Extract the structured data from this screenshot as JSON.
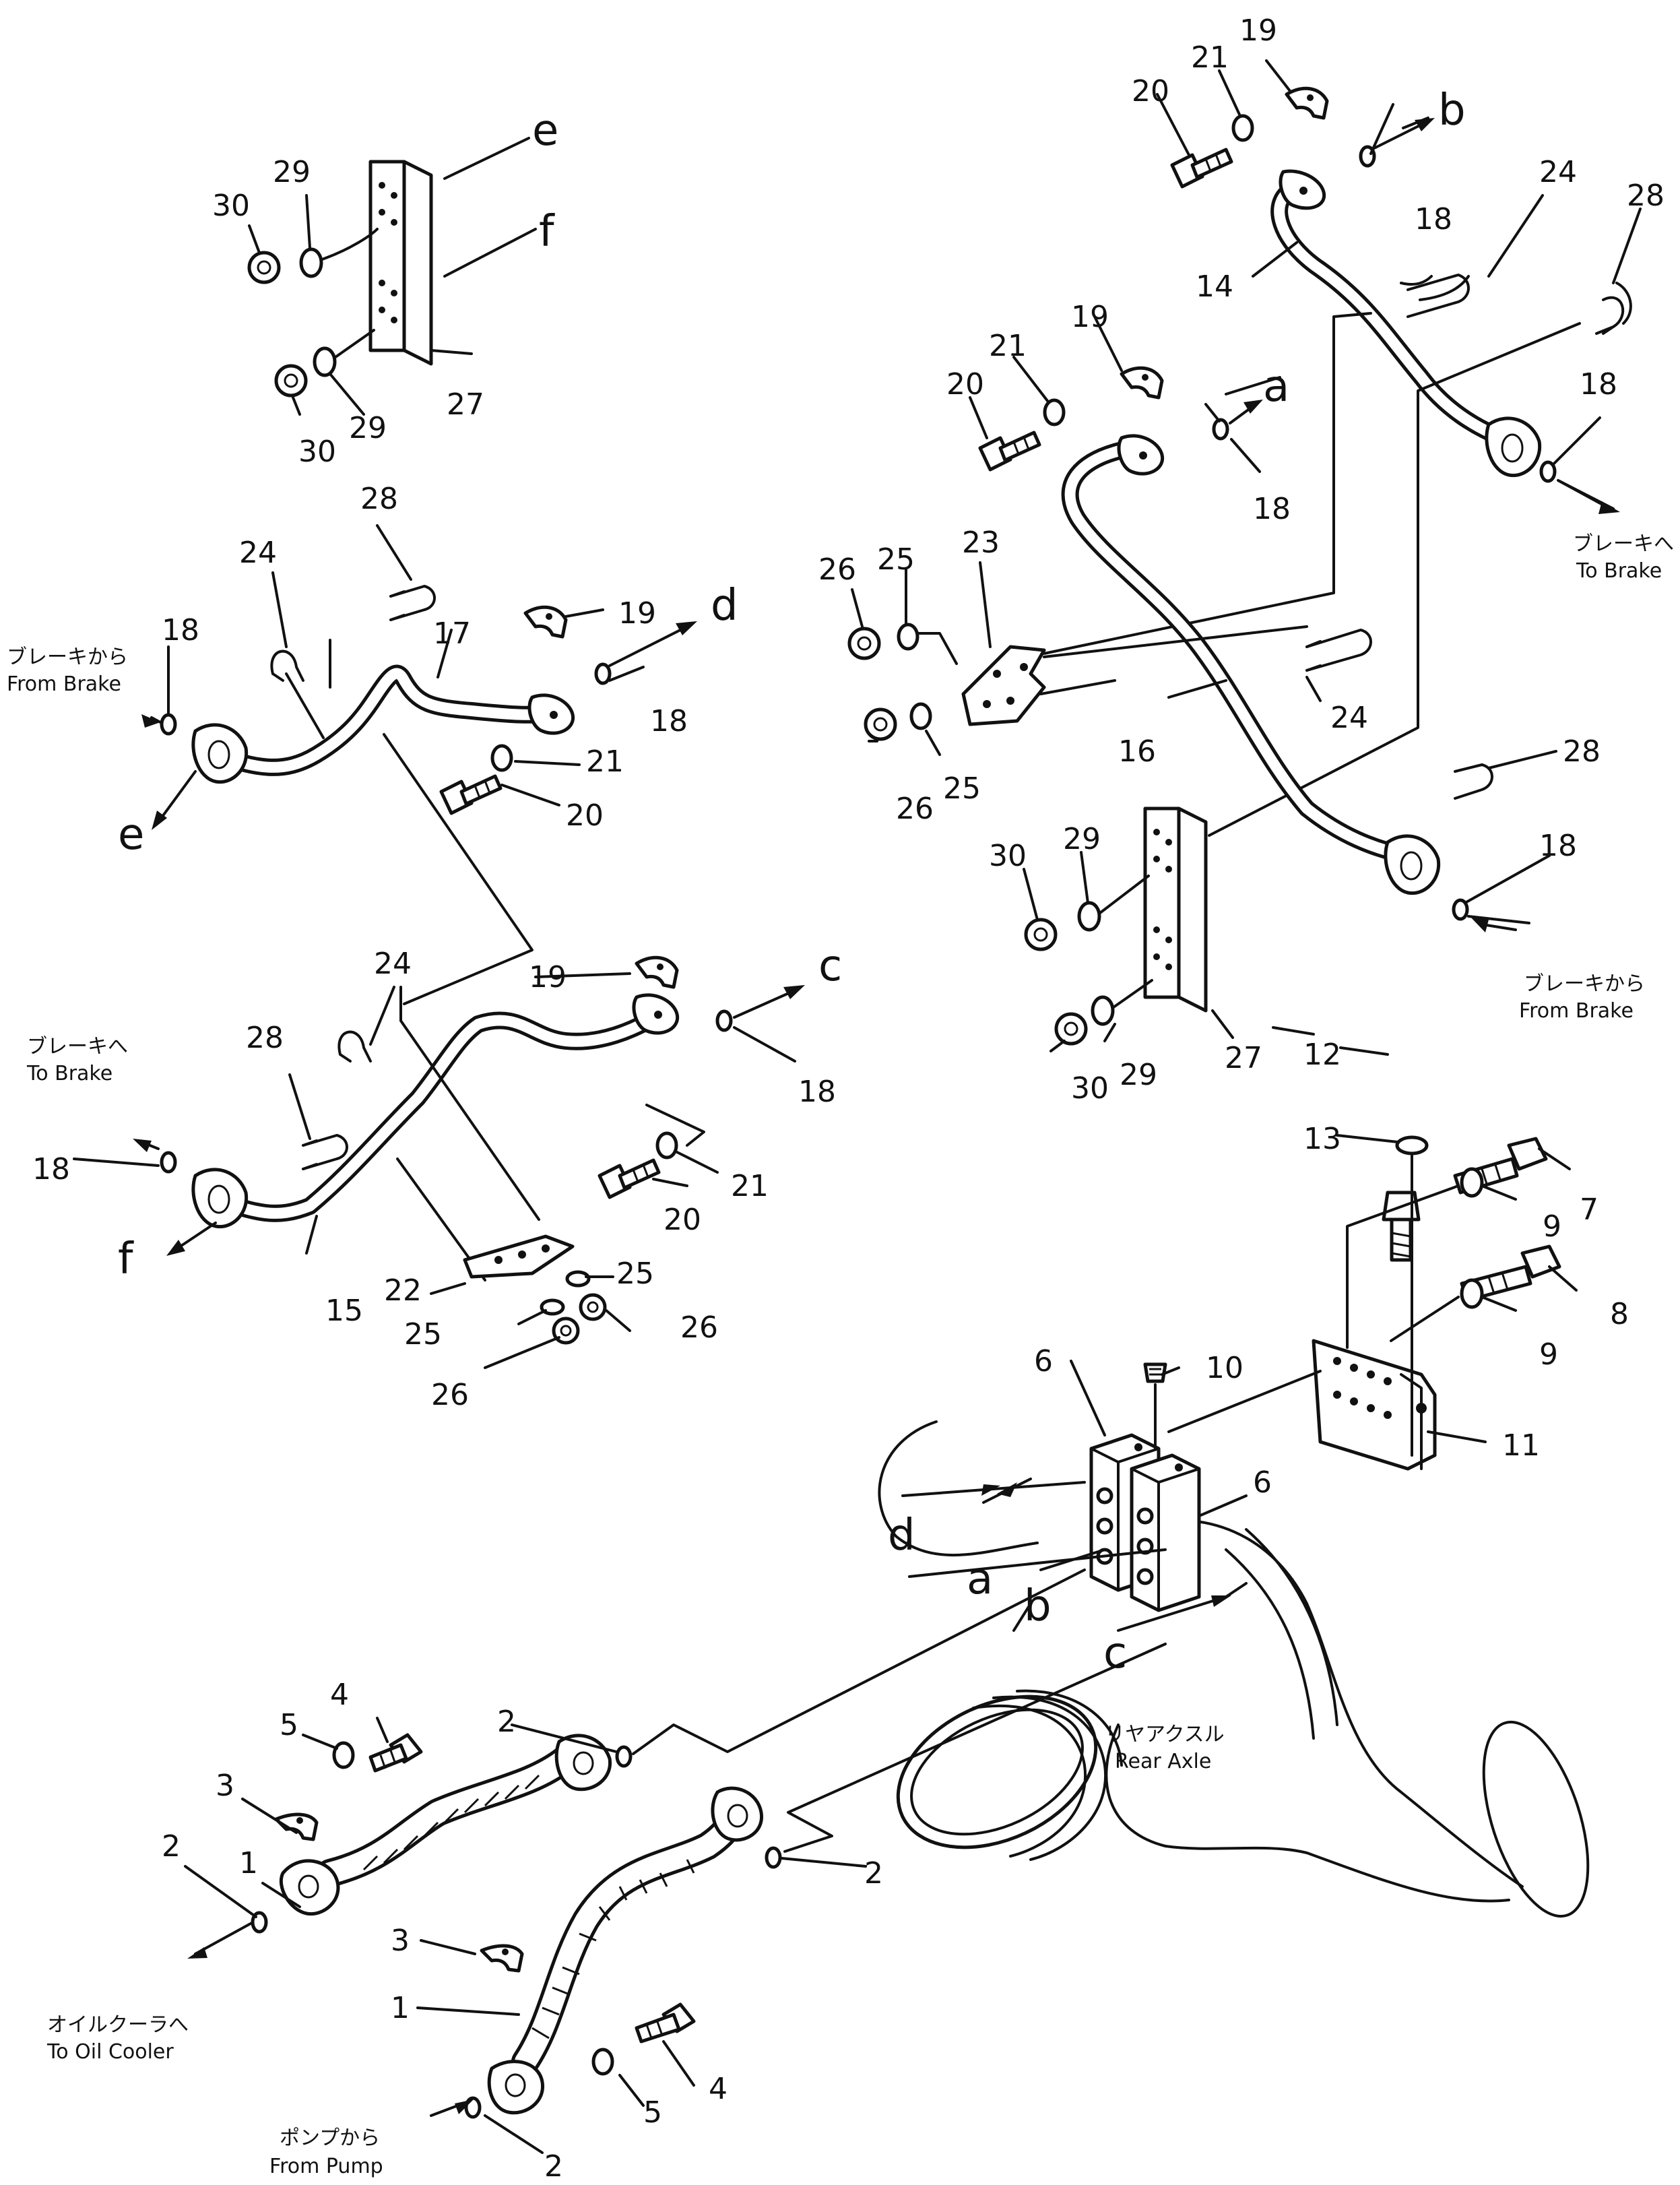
{
  "diagram": {
    "part_numbers": [
      "1",
      "2",
      "3",
      "4",
      "5",
      "6",
      "7",
      "8",
      "9",
      "10",
      "11",
      "12",
      "13",
      "14",
      "15",
      "16",
      "17",
      "18",
      "19",
      "20",
      "21",
      "22",
      "23",
      "24",
      "25",
      "26",
      "27",
      "28",
      "29",
      "30"
    ],
    "connection_letters": [
      "a",
      "b",
      "c",
      "d",
      "e",
      "f"
    ],
    "notes": {
      "from_brake_jp": "ブレーキから",
      "from_brake_en": "From Brake",
      "to_brake_jp": "ブレーキへ",
      "to_brake_en": "To Brake",
      "to_oil_cooler_jp": "オイルクーラへ",
      "to_oil_cooler_en": "To Oil Cooler",
      "from_pump_jp": "ポンプから",
      "from_pump_en": "From Pump",
      "rear_axle_jp": "リヤアクスル",
      "rear_axle_en": "Rear Axle"
    }
  }
}
